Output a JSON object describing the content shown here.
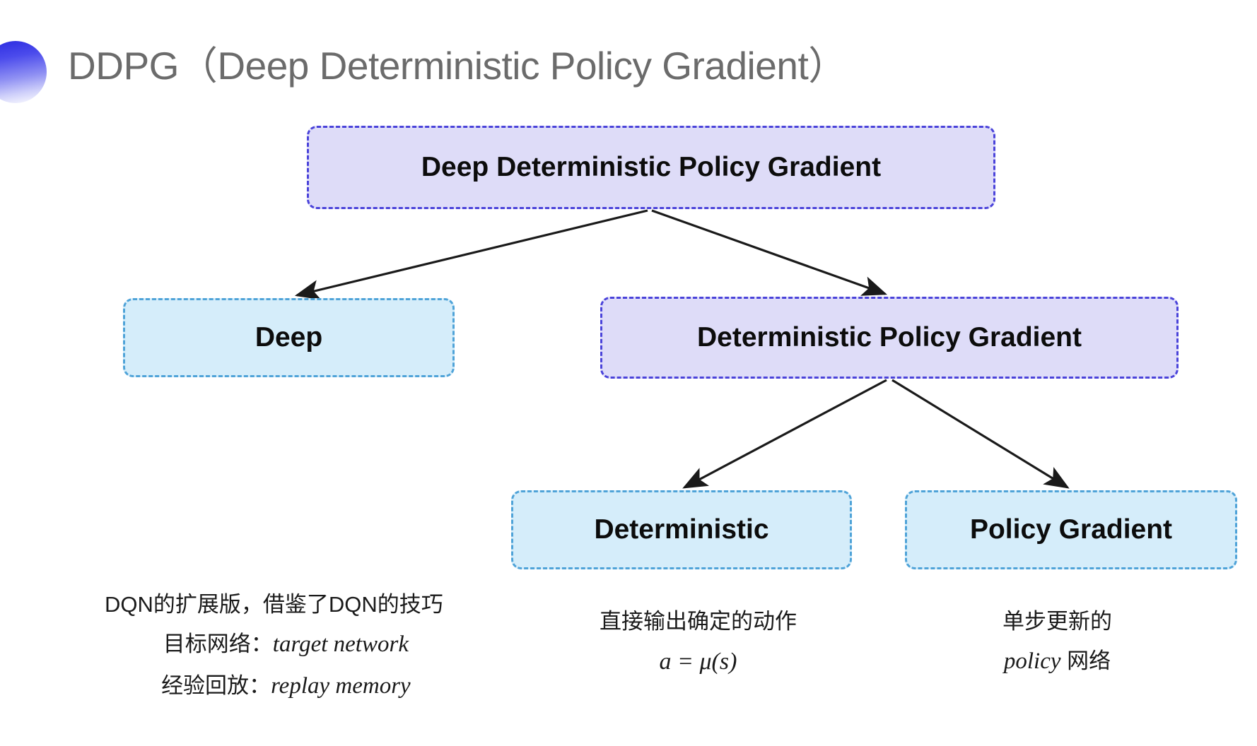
{
  "slide": {
    "title": "DDPG（Deep Deterministic Policy Gradient）",
    "background_color": "#ffffff",
    "accent_color": "#2a2ae0",
    "title_color": "#6b6b6b"
  },
  "diagram": {
    "type": "tree",
    "colors": {
      "purple_fill": "#dedcf8",
      "purple_border": "#4a43da",
      "blue_fill": "#d5edfa",
      "blue_border": "#4fa3d8",
      "arrow": "#1a1a1a"
    },
    "nodes": [
      {
        "id": "root",
        "label": "Deep Deterministic Policy Gradient",
        "style": "purple"
      },
      {
        "id": "deep",
        "label": "Deep",
        "style": "blue"
      },
      {
        "id": "dpg",
        "label": "Deterministic Policy Gradient",
        "style": "purple"
      },
      {
        "id": "deterministic",
        "label": "Deterministic",
        "style": "blue"
      },
      {
        "id": "policy_gradient",
        "label": "Policy Gradient",
        "style": "blue"
      }
    ],
    "edges": [
      {
        "from": "root",
        "to": "deep"
      },
      {
        "from": "root",
        "to": "dpg"
      },
      {
        "from": "dpg",
        "to": "deterministic"
      },
      {
        "from": "dpg",
        "to": "policy_gradient"
      }
    ]
  },
  "annotations": {
    "deep": {
      "line1": "DQN的扩展版，借鉴了DQN的技巧",
      "line2_label": "目标网络：",
      "line2_term": "target network",
      "line3_label": "经验回放：",
      "line3_term": "replay memory"
    },
    "deterministic": {
      "line1": "直接输出确定的动作",
      "formula": "a = μ(s)"
    },
    "policy_gradient": {
      "line1": "单步更新的",
      "line2_term": "policy",
      "line2_rest": " 网络"
    }
  }
}
